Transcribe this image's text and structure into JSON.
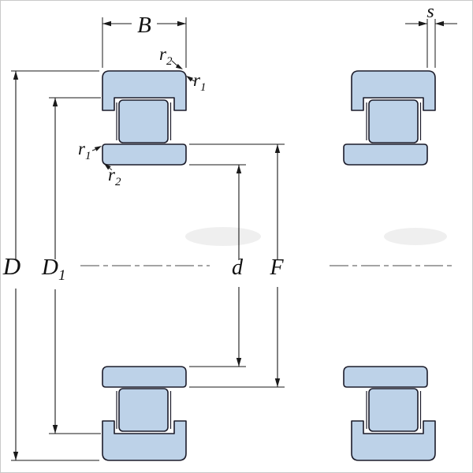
{
  "diagram": {
    "description": "Cylindrical roller bearing (NU design) cross-section drawing, two sectional views with boundary dimensions",
    "labels": {
      "B": {
        "text": "B"
      },
      "s": {
        "text": "s"
      },
      "D": {
        "text": "D"
      },
      "D1": {
        "base": "D",
        "sub": "1"
      },
      "d": {
        "text": "d"
      },
      "F": {
        "text": "F"
      },
      "r1": {
        "base": "r",
        "sub": "1"
      },
      "r2": {
        "base": "r",
        "sub": "2"
      }
    },
    "colors": {
      "ring_fill": "#bdd2e8",
      "outline": "#1c1c2a",
      "dimension_line": "#1a1a1a",
      "centerline": "#4a4a4a",
      "frame": "#c9c9c9",
      "background": "#ffffff",
      "watermark": "#999999"
    }
  }
}
